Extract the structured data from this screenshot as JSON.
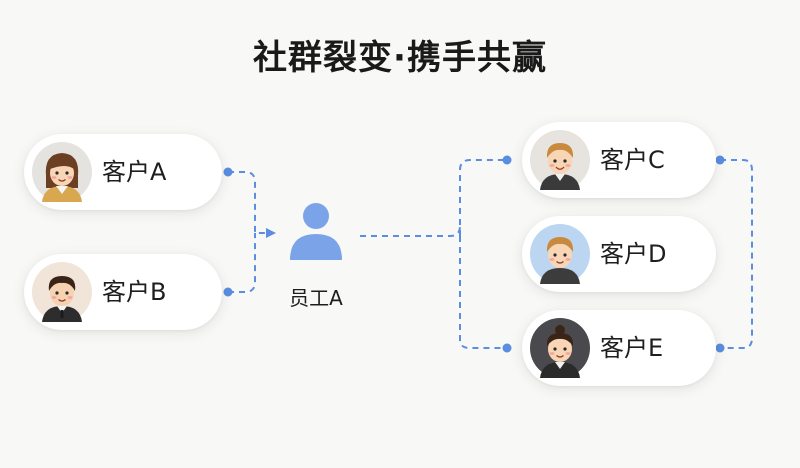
{
  "title": "社群裂变·携手共赢",
  "employee": {
    "label": "员工A"
  },
  "customers": [
    {
      "id": "a",
      "label": "客户A"
    },
    {
      "id": "b",
      "label": "客户B"
    },
    {
      "id": "c",
      "label": "客户C"
    },
    {
      "id": "d",
      "label": "客户D"
    },
    {
      "id": "e",
      "label": "客户E"
    }
  ],
  "colors": {
    "accent": "#5b8de0",
    "icon": "#7aa3e8"
  }
}
